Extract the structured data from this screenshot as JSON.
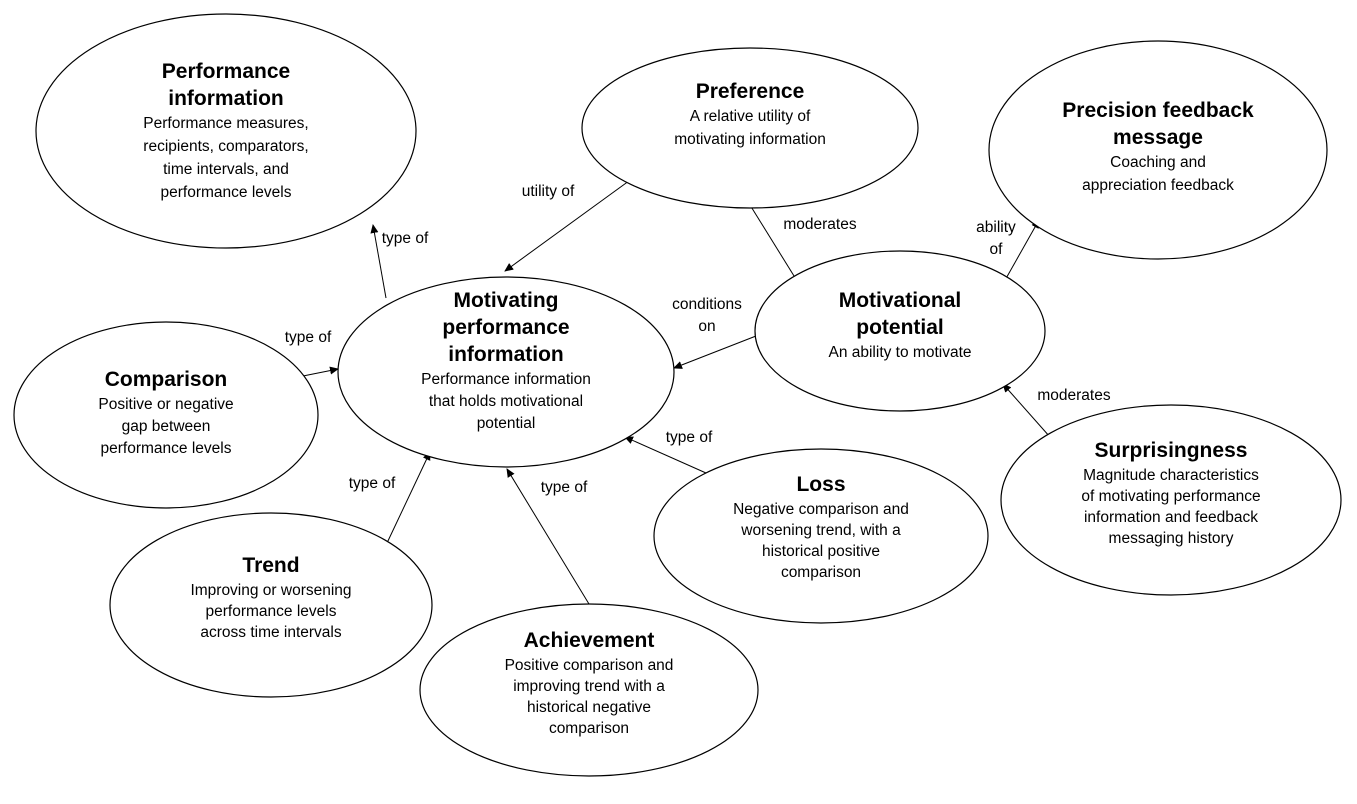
{
  "nodes": [
    {
      "id": "performance-information",
      "title": [
        "Performance",
        "information"
      ],
      "desc": [
        "Performance measures,",
        "recipients, comparators,",
        "time intervals, and",
        "performance levels"
      ]
    },
    {
      "id": "preference",
      "title": [
        "Preference"
      ],
      "desc": [
        "A relative utility of",
        "motivating information"
      ]
    },
    {
      "id": "precision-feedback-message",
      "title": [
        "Precision feedback",
        "message"
      ],
      "desc": [
        "Coaching and",
        "appreciation feedback"
      ]
    },
    {
      "id": "motivating-performance-information",
      "title": [
        "Motivating",
        "performance",
        "information"
      ],
      "desc": [
        "Performance information",
        "that holds motivational",
        "potential"
      ]
    },
    {
      "id": "motivational-potential",
      "title": [
        "Motivational",
        "potential"
      ],
      "desc": [
        "An ability to motivate"
      ]
    },
    {
      "id": "comparison",
      "title": [
        "Comparison"
      ],
      "desc": [
        "Positive or negative",
        "gap between",
        "performance levels"
      ]
    },
    {
      "id": "loss",
      "title": [
        "Loss"
      ],
      "desc": [
        "Negative comparison and",
        "worsening trend, with a",
        "historical positive",
        "comparison"
      ]
    },
    {
      "id": "surprisingness",
      "title": [
        "Surprisingness"
      ],
      "desc": [
        "Magnitude characteristics",
        "of motivating performance",
        "information and feedback",
        "messaging history"
      ]
    },
    {
      "id": "trend",
      "title": [
        "Trend"
      ],
      "desc": [
        "Improving or worsening",
        "performance levels",
        "across time intervals"
      ]
    },
    {
      "id": "achievement",
      "title": [
        "Achievement"
      ],
      "desc": [
        "Positive comparison and",
        "improving trend with a",
        "historical negative",
        "comparison"
      ]
    }
  ],
  "edges": [
    {
      "from": "motivating-performance-information",
      "to": "performance-information",
      "label": [
        "type of"
      ]
    },
    {
      "from": "preference",
      "to": "motivating-performance-information",
      "label": [
        "utility of"
      ]
    },
    {
      "from": "preference",
      "to": "motivational-potential",
      "label": [
        "moderates"
      ]
    },
    {
      "from": "motivational-potential",
      "to": "precision-feedback-message",
      "label": [
        "ability",
        "of"
      ]
    },
    {
      "from": "motivational-potential",
      "to": "motivating-performance-information",
      "label": [
        "conditions",
        "on"
      ]
    },
    {
      "from": "comparison",
      "to": "motivating-performance-information",
      "label": [
        "type of"
      ]
    },
    {
      "from": "loss",
      "to": "motivating-performance-information",
      "label": [
        "type of"
      ]
    },
    {
      "from": "surprisingness",
      "to": "motivational-potential",
      "label": [
        "moderates"
      ]
    },
    {
      "from": "trend",
      "to": "motivating-performance-information",
      "label": [
        "type of"
      ]
    },
    {
      "from": "achievement",
      "to": "motivating-performance-information",
      "label": [
        "type of"
      ]
    }
  ]
}
